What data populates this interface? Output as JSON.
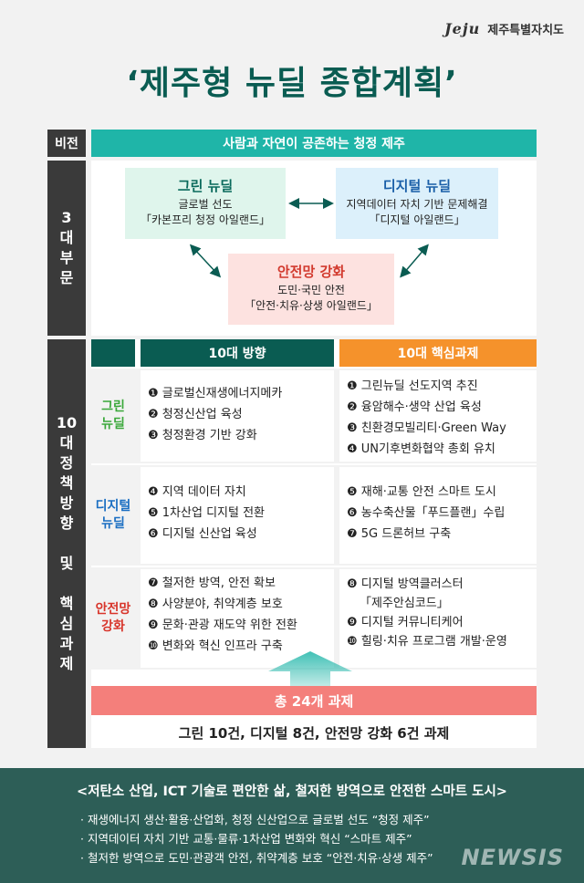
{
  "logo": {
    "mark": "Jeju",
    "org": "제주특별자치도"
  },
  "title": "‘제주형 뉴딜 종합계획’",
  "vision": {
    "label": "비전",
    "text": "사람과 자연이 공존하는 청정 제주"
  },
  "sectors": {
    "label": "3\n대\n부\n문",
    "green": {
      "title": "그린 뉴딜",
      "line1": "글로벌 선도",
      "line2": "「카본프리 청정 아일랜드」"
    },
    "digital": {
      "title": "디지털 뉴딜",
      "line1": "지역데이터 자치 기반 문제해결",
      "line2": "「디지털 아일랜드」"
    },
    "safety": {
      "title": "안전망 강화",
      "line1": "도민·국민 안전",
      "line2": "「안전·치유·상생 아일랜드」"
    }
  },
  "policy": {
    "label": "10\n대\n정\n책\n방\n향\n\n및\n\n핵\n심\n과\n제",
    "header_directions": "10대 방향",
    "header_tasks": "10대 핵심과제",
    "rows": [
      {
        "category": "그린\n뉴딜",
        "directions": [
          "❶ 글로벌신재생에너지메카",
          "❷ 청정신산업 육성",
          "❸ 청정환경 기반 강화"
        ],
        "tasks": [
          "❶ 그린뉴딜 선도지역 추진",
          "❷ 융암해수·생약 산업 육성",
          "❸ 친환경모빌리티·Green Way",
          "❹ UN기후변화협약 총회 유치"
        ]
      },
      {
        "category": "디지털\n뉴딜",
        "directions": [
          "❹ 지역 데이터 자치",
          "❺ 1차산업 디지털 전환",
          "❻ 디지털 신산업 육성"
        ],
        "tasks": [
          "❺ 재해·교통 안전 스마트 도시",
          "❻ 농수축산물「푸드플랜」수립",
          "❼ 5G 드론허브 구축"
        ]
      },
      {
        "category": "안전망\n강화",
        "directions": [
          "❼ 철저한 방역, 안전 확보",
          "❽ 사양분야, 취약계층 보호",
          "❾ 문화·관광 재도약 위한 전환",
          "❿ 변화와 혁신 인프라 구축"
        ],
        "tasks": [
          "❽ 디지털 방역클러스터",
          "「제주안심코드」",
          "❾ 디지털 커뮤니티케어",
          "❿ 힐링·치유 프로그램 개발·운영"
        ]
      }
    ]
  },
  "total": {
    "title": "총 24개 과제",
    "detail": "그린 10건, 디지털 8건, 안전망 강화 6건 과제"
  },
  "footer": {
    "title": "<저탄소 산업, ICT 기술로 편안한 삶, 철저한 방역으로 안전한 스마트 도시>",
    "items": [
      "· 재생에너지 생산·활용·산업화, 청정 신산업으로 글로벌 선도 “청정 제주”",
      "· 지역데이터 자치 기반 교통·물류·1차산업 변화와 혁신 “스마트 제주”",
      "· 철저한 방역으로 도민·관광객 안전, 취약계층 보호 “안전·치유·상생 제주”"
    ]
  },
  "watermark": "NEWSIS",
  "colors": {
    "teal_dark": "#0a5c52",
    "teal": "#1fb5a8",
    "orange": "#f5922b",
    "coral": "#f47f7b",
    "footer_bg": "#2d5e57"
  }
}
